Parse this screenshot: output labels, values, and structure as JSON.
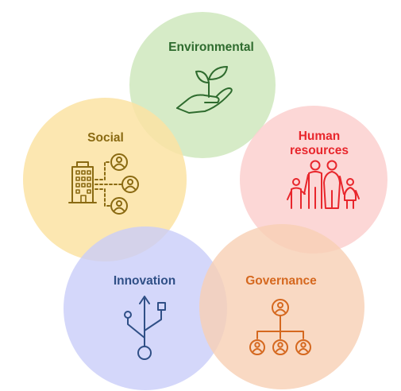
{
  "colors": {
    "environmental": "#2e6b2e",
    "social": "#8a6a12",
    "human": "#e8262c",
    "innovation": "#2f4f86",
    "governance": "#d5681f",
    "circle_environmental": "#cfe7bd",
    "circle_social": "#fbe3a3",
    "circle_human": "#fcd0cf",
    "circle_innovation": "#c9cdf9",
    "circle_governance": "#f8d0b4"
  },
  "segments": {
    "environmental": {
      "label": "Environmental",
      "icon": "plant-in-hand-icon"
    },
    "social": {
      "label": "Social",
      "icon": "building-people-network-icon"
    },
    "human": {
      "label_line1": "Human",
      "label_line2": "resources",
      "icon": "family-icon"
    },
    "innovation": {
      "label": "Innovation",
      "icon": "usb-symbol-icon"
    },
    "governance": {
      "label": "Governance",
      "icon": "org-chart-icon"
    }
  }
}
